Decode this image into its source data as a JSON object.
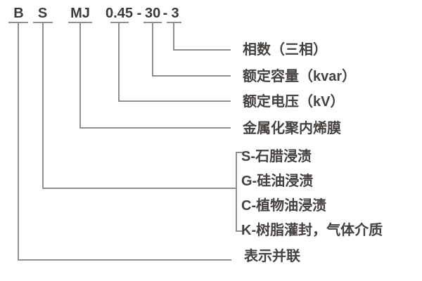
{
  "code": {
    "parts": [
      "B",
      "S",
      "MJ",
      "0.45",
      "30",
      "3"
    ],
    "separator": "-"
  },
  "annotations": {
    "phase": "相数（三相）",
    "rated_capacity": "额定容量（kvar）",
    "rated_voltage": "额定电压（kV）",
    "dielectric_film": "金属化聚内烯膜",
    "impregnation": [
      "S-石腊浸渍",
      "G-硅油浸渍",
      "C-植物油浸渍",
      "K-树脂灌封，气体介质"
    ],
    "parallel": "表示并联"
  },
  "colors": {
    "line": "#8f8f8f",
    "text": "#45413f",
    "code": "#3e3a39",
    "background": "#ffffff"
  }
}
